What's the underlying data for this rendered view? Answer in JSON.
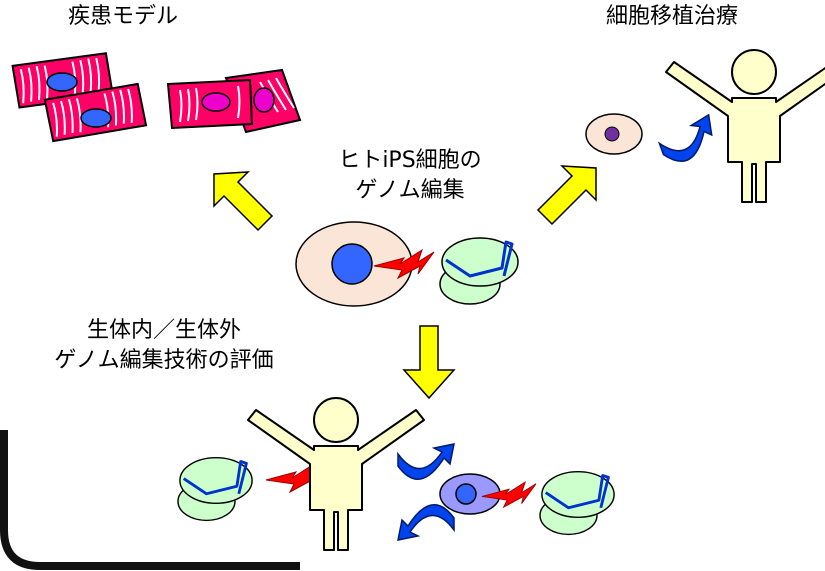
{
  "labels": {
    "disease_model": "疾患モデル",
    "cell_therapy": "細胞移植治療",
    "center_line1": "ヒトiPS細胞の",
    "center_line2": "ゲノム編集",
    "eval_line1": "生体内／生体外",
    "eval_line2": "ゲノム編集技術の評価"
  },
  "colors": {
    "arrow_yellow": "#ffff00",
    "muscle_red": "#ff0066",
    "nucleus_blue": "#3366ff",
    "nucleus_magenta": "#ee00cc",
    "enzyme_green": "#ccffcc",
    "body_cream": "#ffffcc",
    "cell_peach": "#fbe5d6",
    "lightning_red": "#ff0000",
    "rotate_arrow_blue": "#0044ee",
    "lavender_cell": "#9999ff",
    "therapy_nucleus": "#7030a0"
  },
  "icons": [
    "disease-cell-icon",
    "ips-cell-icon",
    "genome-editor-icon",
    "human-figure-icon",
    "rotate-arrow-icon",
    "lightning-icon"
  ]
}
